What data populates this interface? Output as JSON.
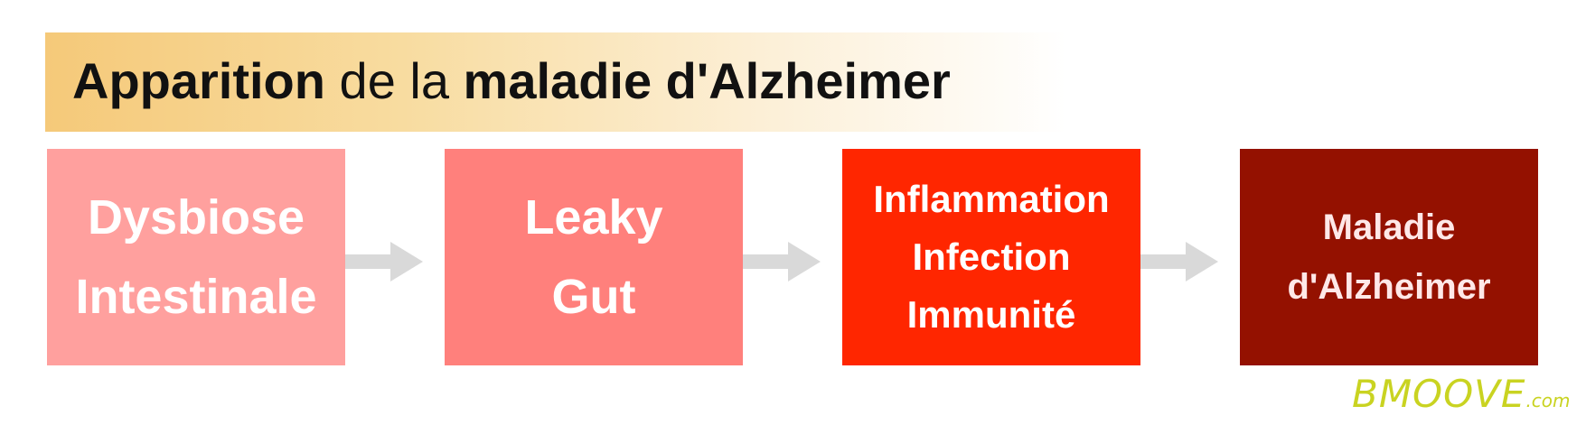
{
  "title": {
    "part1": "Apparition",
    "part2": " de la ",
    "part3": "maladie d'Alzheimer"
  },
  "steps": [
    {
      "lines": [
        "Dysbiose",
        "Intestinale"
      ]
    },
    {
      "lines": [
        "Leaky",
        "Gut"
      ]
    },
    {
      "lines": [
        "Inflammation",
        "Infection",
        "Immunité"
      ]
    },
    {
      "lines": [
        "Maladie",
        "d'Alzheimer"
      ]
    }
  ],
  "colors": {
    "step1": "#ffa09e",
    "step2": "#ff807c",
    "step3": "#ff2600",
    "step4": "#941100",
    "arrow": "#d9d9d9",
    "brand": "#c9d321"
  },
  "brand": {
    "name": "BMOOVE",
    "tld": ".com"
  }
}
